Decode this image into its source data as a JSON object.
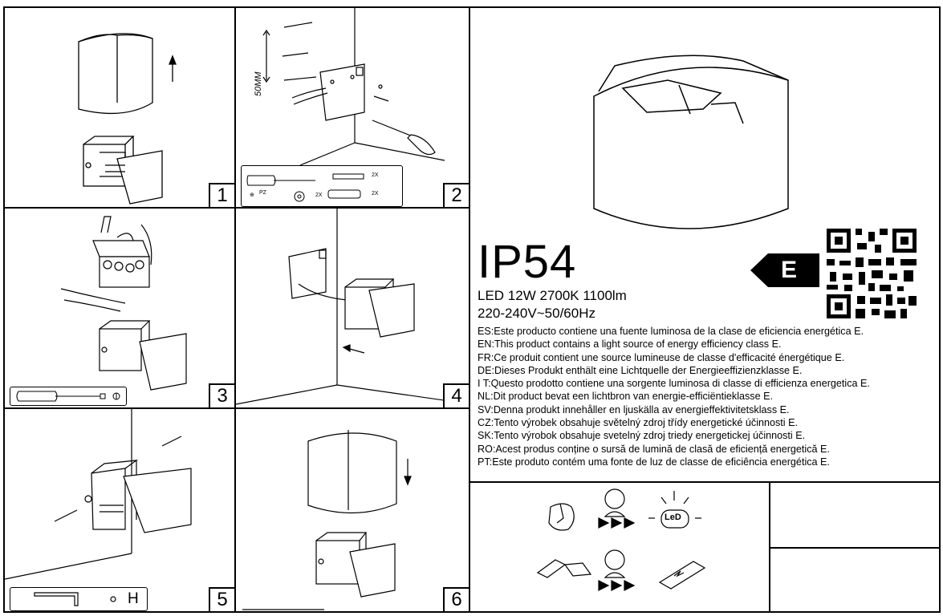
{
  "steps": [
    {
      "number": "1"
    },
    {
      "number": "2",
      "dimension": "50MM",
      "tools": {
        "driver": "PZ",
        "screws_qty": "2X",
        "plugs_qty": "2X",
        "plugs_qty_left": "2X"
      }
    },
    {
      "number": "3"
    },
    {
      "number": "4"
    },
    {
      "number": "5",
      "tool_label": "H"
    },
    {
      "number": "6"
    }
  ],
  "product": {
    "rating": "IP54",
    "spec_line_1": "LED 12W 2700K 1100lm",
    "spec_line_2": "220-240V~50/60Hz",
    "energy_class": "E",
    "statements": [
      "ES:Este producto contiene una fuente luminosa de la clase de eficiencia energética E.",
      "EN:This product contains a light source of energy efficiency class E.",
      "FR:Ce produit contient une source lumineuse de classe d'efficacité énergétique E.",
      "DE:Dieses Produkt enthält eine Lichtquelle der Energieeffizienzklasse E.",
      "I T:Questo prodotto contiene una sorgente luminosa di classe di efficienza energetica E.",
      "NL:Dit product bevat een lichtbron van energie-efficiëntieklasse E.",
      "SV:Denna produkt innehåller en ljuskälla av energieffektivitetsklass E.",
      "CZ:Tento výrobek obsahuje světelný zdroj třídy energetické účinnosti E.",
      "SK:Tento výrobok obsahuje svetelný zdroj triedy energetickej účinnosti E.",
      "RO:Acest produs conține o sursă de lumină de clasă de eficiență energetică E.",
      "PT:Este produto contém uma fonte de luz de classe de eficiência energética E."
    ],
    "replacement_icons": {
      "led_label": "LeD"
    }
  }
}
